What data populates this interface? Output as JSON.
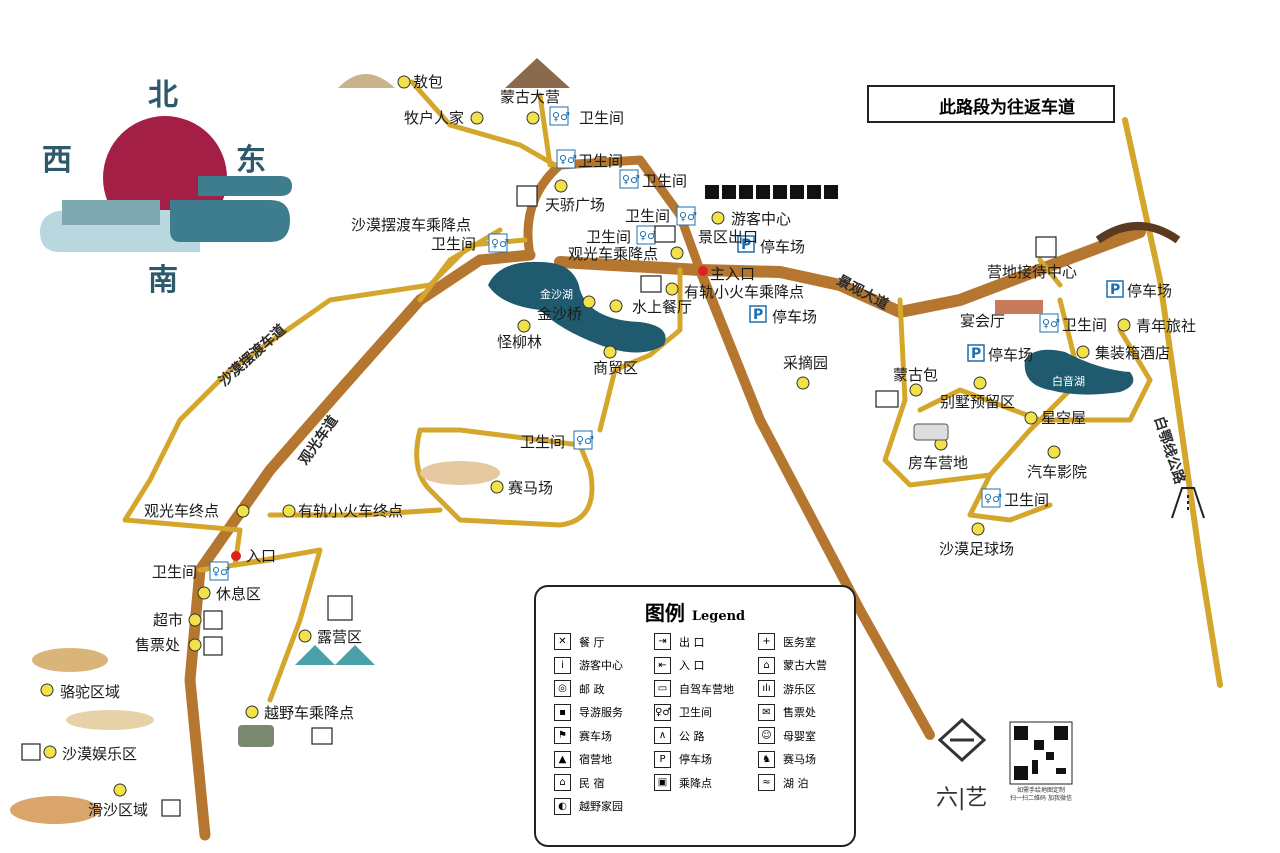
{
  "compass": {
    "north": "北",
    "east": "东",
    "west": "西",
    "south": "南"
  },
  "oneway_note": "此路段为往返车道",
  "roads": {
    "scenic_avenue": "景观大道",
    "sightseeing_lane": "观光车道",
    "ferry_lane": "沙漠摆渡车道",
    "highway": "白鄂线公路"
  },
  "lakes": {
    "jinsha": "金沙湖",
    "baiyin": "白音湖"
  },
  "places": {
    "aobao": "敖包",
    "mongol_camp": "蒙古大营",
    "herder_home": "牧户人家",
    "wc": "卫生间",
    "tianjiao": "天骄广场",
    "ferry_stop": "沙漠摆渡车乘降点",
    "visitor_center": "游客中心",
    "exit": "景区出口",
    "parking": "停车场",
    "shuttle_stop": "观光车乘降点",
    "main_entrance": "主入口",
    "train_stop": "有轨小火车乘降点",
    "water_restaurant": "水上餐厅",
    "jinsha_bridge": "金沙桥",
    "guailiu": "怪柳林",
    "shopping": "商贸区",
    "picking": "采摘园",
    "racecourse": "赛马场",
    "shuttle_terminal": "观光车终点",
    "train_terminal": "有轨小火车终点",
    "entrance": "入口",
    "rest_area": "休息区",
    "supermarket": "超市",
    "ticket": "售票处",
    "camping": "露营区",
    "camel": "骆驼区域",
    "offroad_stop": "越野车乘降点",
    "desert_fun": "沙漠娱乐区",
    "sand_slide": "滑沙区域",
    "camp_reception": "营地接待中心",
    "banquet": "宴会厅",
    "hostel": "青年旅社",
    "container_hotel": "集装箱酒店",
    "yurt": "蒙古包",
    "villa": "别墅预留区",
    "star_house": "星空屋",
    "rv_camp": "房车营地",
    "cinema": "汽车影院",
    "football": "沙漠足球场"
  },
  "legend": {
    "title": "图例",
    "subtitle": "Legend",
    "items": [
      {
        "label": "餐  厅",
        "icon": "restaurant-icon",
        "glyph": "✕"
      },
      {
        "label": "出  口",
        "icon": "exit-icon",
        "glyph": "⇥"
      },
      {
        "label": "医务室",
        "icon": "medical-icon",
        "glyph": "+"
      },
      {
        "label": "游客中心",
        "icon": "info-icon",
        "glyph": "i"
      },
      {
        "label": "入  口",
        "icon": "entrance-icon",
        "glyph": "⇤"
      },
      {
        "label": "蒙古大营",
        "icon": "mongol-camp-icon",
        "glyph": "⌂"
      },
      {
        "label": "邮  政",
        "icon": "post-icon",
        "glyph": "◎"
      },
      {
        "label": "自驾车营地",
        "icon": "rv-icon",
        "glyph": "▭"
      },
      {
        "label": "游乐区",
        "icon": "playground-icon",
        "glyph": "ılı"
      },
      {
        "label": "导游服务",
        "icon": "guide-icon",
        "glyph": "▪"
      },
      {
        "label": "卫生间",
        "icon": "wc-icon",
        "glyph": "♀♂"
      },
      {
        "label": "售票处",
        "icon": "ticket-icon",
        "glyph": "✉"
      },
      {
        "label": "赛车场",
        "icon": "racing-icon",
        "glyph": "⚑"
      },
      {
        "label": "公  路",
        "icon": "road-icon",
        "glyph": "∧"
      },
      {
        "label": "母婴室",
        "icon": "baby-room-icon",
        "glyph": "☺"
      },
      {
        "label": "宿营地",
        "icon": "campground-icon",
        "glyph": "▲"
      },
      {
        "label": "停车场",
        "icon": "parking-icon",
        "glyph": "P"
      },
      {
        "label": "赛马场",
        "icon": "horse-icon",
        "glyph": "♞"
      },
      {
        "label": "民  宿",
        "icon": "homestay-icon",
        "glyph": "⌂"
      },
      {
        "label": "乘降点",
        "icon": "stop-icon",
        "glyph": "▣"
      },
      {
        "label": "湖  泊",
        "icon": "lake-icon",
        "glyph": "≈"
      },
      {
        "label": "越野家园",
        "icon": "offroad-icon",
        "glyph": "◐"
      }
    ]
  },
  "brand": {
    "name": "六|艺",
    "qr_caption_1": "如需手绘地图定制",
    "qr_caption_2": "扫一扫二维码 加我微信"
  },
  "colors": {
    "road": "#b5772f",
    "path": "#d4a72c",
    "lake": "#1f5a6e",
    "sun": "#a31f45",
    "cloud": "#3e7d8d",
    "marker": "#f2e24a"
  }
}
